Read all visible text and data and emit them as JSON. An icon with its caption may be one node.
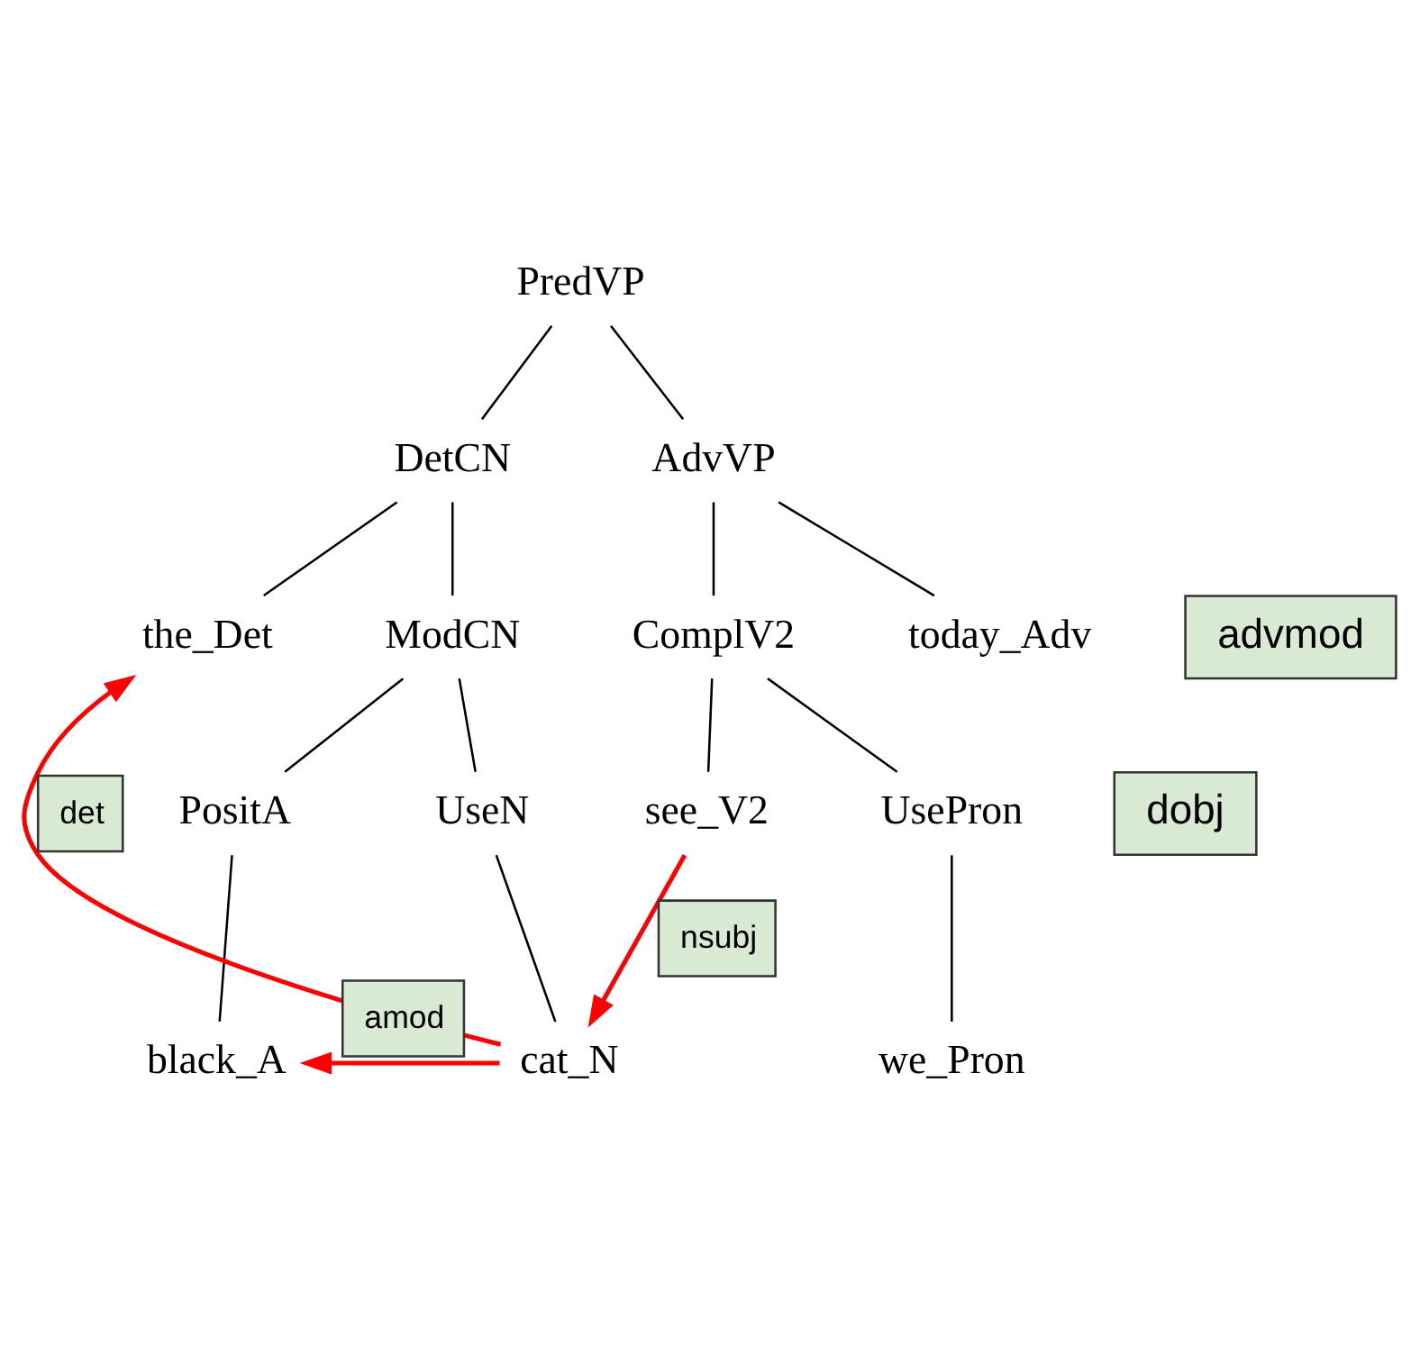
{
  "diagram": {
    "nodes": [
      {
        "text": [
          "PredVP"
        ]
      },
      {
        "text": [
          "DetCN"
        ]
      },
      {
        "text": [
          "AdvVP"
        ]
      },
      {
        "text": [
          "the_Det"
        ]
      },
      {
        "text": [
          "ModCN"
        ]
      },
      {
        "text": [
          "ComplV2"
        ]
      },
      {
        "text": [
          "today_Adv"
        ]
      },
      {
        "text": [
          "PositA"
        ]
      },
      {
        "text": [
          "UseN"
        ]
      },
      {
        "text": [
          "see_V2"
        ]
      },
      {
        "text": [
          "UsePron"
        ]
      },
      {
        "text": [
          "black_A"
        ]
      },
      {
        "text": [
          "cat_N"
        ]
      },
      {
        "text": [
          "we_Pron"
        ]
      },
      {
        "text": [
          "advmod"
        ]
      },
      {
        "text": [
          "dobj"
        ]
      }
    ],
    "edges": [
      {
        "from": 0,
        "to": 1,
        "arrow": "none"
      },
      {
        "from": 0,
        "to": 2,
        "arrow": "none"
      },
      {
        "from": 1,
        "to": 3,
        "arrow": "none"
      },
      {
        "from": 1,
        "to": 4,
        "arrow": "none"
      },
      {
        "from": 2,
        "to": 5,
        "arrow": "none"
      },
      {
        "from": 2,
        "to": 6,
        "arrow": "none"
      },
      {
        "from": 4,
        "to": 7,
        "arrow": "none"
      },
      {
        "from": 4,
        "to": 8,
        "arrow": "none"
      },
      {
        "from": 5,
        "to": 9,
        "arrow": "none"
      },
      {
        "from": 5,
        "to": 10,
        "arrow": "none"
      },
      {
        "from": 7,
        "to": 11,
        "arrow": "none"
      },
      {
        "from": 8,
        "to": 12,
        "arrow": "none"
      },
      {
        "from": 10,
        "to": 13,
        "arrow": "none"
      },
      {
        "from": 9,
        "to": 12,
        "arrow": "to",
        "label": "nsubj",
        "color": "#ff0000"
      },
      {
        "from": 12,
        "to": 3,
        "arrow": "to",
        "label": "det",
        "color": "#ff0000"
      },
      {
        "from": 12,
        "to": 11,
        "arrow": "to",
        "label": "amod",
        "color": "#ff0000"
      }
    ]
  }
}
